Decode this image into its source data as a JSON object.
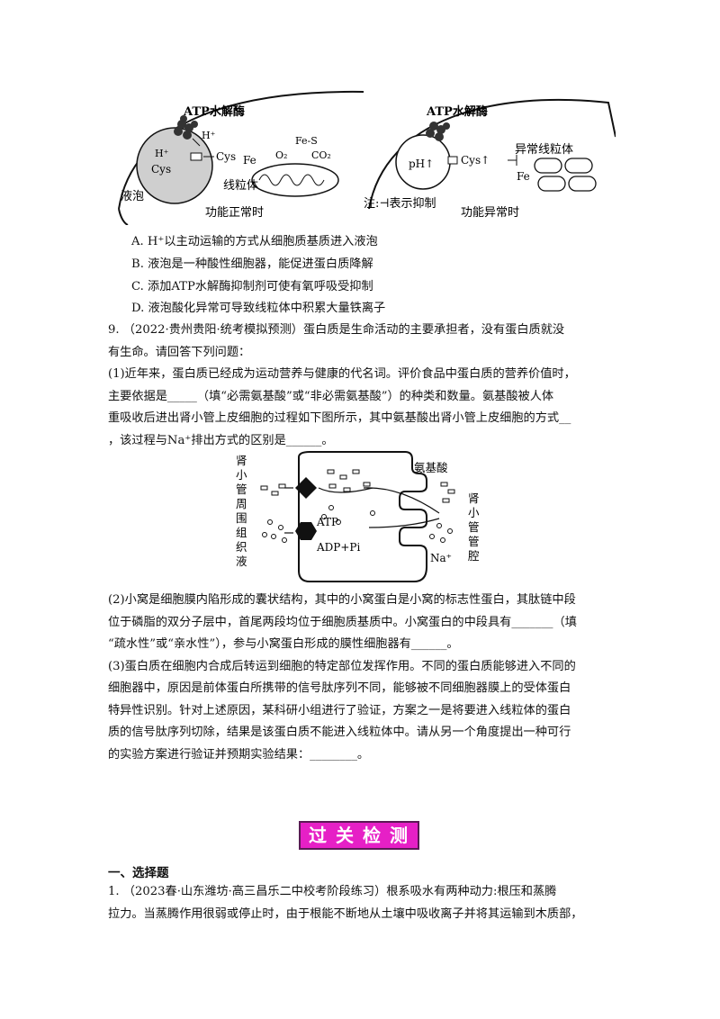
{
  "figure_top": {
    "left": {
      "enzyme_label": "ATP水解酶",
      "h_plus_out": "H⁺",
      "h_plus_in": "H⁺",
      "cys_in": "Cys",
      "cys_out": "Cys",
      "fe": "Fe",
      "o2": "O₂",
      "fes": "Fe-S",
      "co2": "CO₂",
      "vacuole_label": "液泡",
      "mito_label": "线粒体",
      "caption": "功能正常时"
    },
    "right": {
      "enzyme_label": "ATP水解酶",
      "ph": "pH↑",
      "cys": "Cys↑",
      "fe": "Fe",
      "abnormal_mito": "异常线粒体",
      "note": "注:⊣表示抑制",
      "caption": "功能异常时"
    }
  },
  "options": [
    "A. H⁺以主动运输的方式从细胞质基质进入液泡",
    "B. 液泡是一种酸性细胞器，能促进蛋白质降解",
    "C. 添加ATP水解酶抑制剂可使有氧呼吸受抑制",
    "D. 液泡酸化异常可导致线粒体中积累大量铁离子"
  ],
  "q9": {
    "line1": "9.  （2022·贵州贵阳·统考模拟预测）蛋白质是生命活动的主要承担者，没有蛋白质就没",
    "line2": "有生命。请回答下列问题：",
    "p1_l1": "(1)近年来，蛋白质已经成为运动营养与健康的代名词。评价食品中蛋白质的营养价值时，",
    "p1_l2": "主要依据是_____（填“必需氨基酸”或“非必需氨基酸”）的种类和数量。氨基酸被人体",
    "p1_l3": "重吸收后进出肾小管上皮细胞的过程如下图所示，其中氨基酸出肾小管上皮细胞的方式__",
    "p1_l4": "，该过程与Na⁺排出方式的区别是______。",
    "p2_l1": "(2)小窝是细胞膜内陷形成的囊状结构，其中的小窝蛋白是小窝的标志性蛋白，其肽链中段",
    "p2_l2": "位于磷脂的双分子层中，首尾两段均位于细胞质基质中。小窝蛋白的中段具有_______（填",
    "p2_l3": "“疏水性”或“亲水性”），参与小窝蛋白形成的膜性细胞器有______。",
    "p3_l1": "(3)蛋白质在细胞内合成后转运到细胞的特定部位发挥作用。不同的蛋白质能够进入不同的",
    "p3_l2": "细胞器中，原因是前体蛋白所携带的信号肽序列不同，能够被不同细胞器膜上的受体蛋白",
    "p3_l3": "特异性识别。针对上述原因，某科研小组进行了验证，方案之一是将要进入线粒体的蛋白",
    "p3_l4": "质的信号肽序列切除，结果是该蛋白质不能进入线粒体中。请从另一个角度提出一种可行",
    "p3_l5": "的实验方案进行验证并预期实验结果：________。"
  },
  "figure_mid": {
    "left_label": [
      "肾",
      "小",
      "管",
      "周",
      "围",
      "组",
      "织",
      "液"
    ],
    "right_label": [
      "肾",
      "小",
      "管",
      "管",
      "腔"
    ],
    "amino_acid": "氨基酸",
    "atp": "ATP",
    "adp": "ADP+Pi",
    "na": "Na⁺"
  },
  "banner": "过关检测",
  "section_title": "一、选择题",
  "q1": {
    "line1": "1. （2023春·山东潍坊·高三昌乐二中校考阶段练习）根系吸水有两种动力:根压和蒸腾",
    "line2": "拉力。当蒸腾作用很弱或停止时，由于根能不断地从土壤中吸收离子并将其运输到木质部，"
  }
}
